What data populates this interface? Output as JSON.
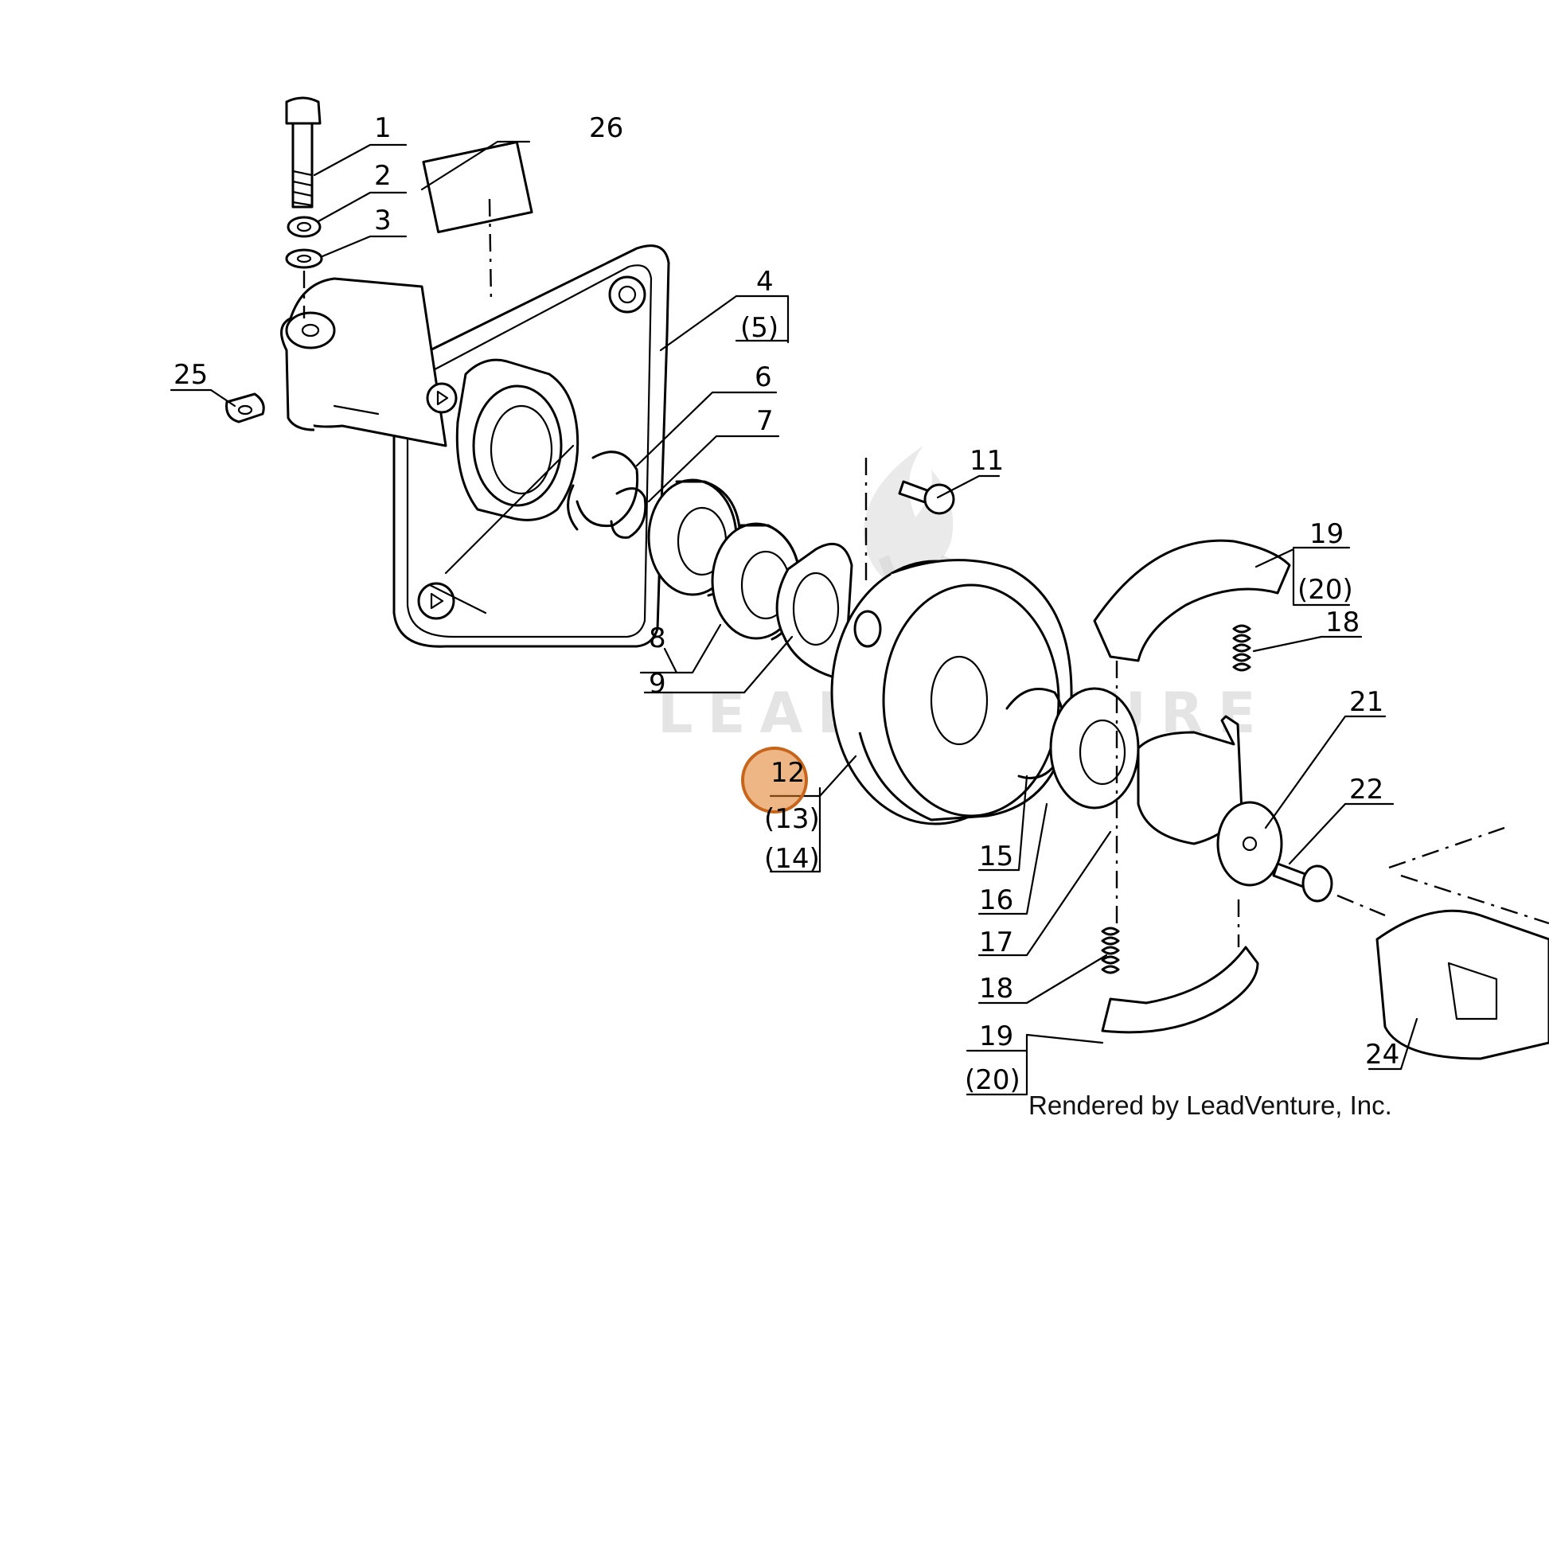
{
  "diagram": {
    "labels": [
      {
        "id": "p1",
        "text": "1"
      },
      {
        "id": "p2",
        "text": "2"
      },
      {
        "id": "p3",
        "text": "3"
      },
      {
        "id": "p4",
        "text": "4"
      },
      {
        "id": "p5",
        "text": "(5)"
      },
      {
        "id": "p6",
        "text": "6"
      },
      {
        "id": "p7",
        "text": "7"
      },
      {
        "id": "p8",
        "text": "8"
      },
      {
        "id": "p9",
        "text": "9"
      },
      {
        "id": "p11",
        "text": "11"
      },
      {
        "id": "p12",
        "text": "12"
      },
      {
        "id": "p13",
        "text": "(13)"
      },
      {
        "id": "p14",
        "text": "(14)"
      },
      {
        "id": "p15",
        "text": "15"
      },
      {
        "id": "p16",
        "text": "16"
      },
      {
        "id": "p17",
        "text": "17"
      },
      {
        "id": "p18a",
        "text": "18"
      },
      {
        "id": "p18b",
        "text": "18"
      },
      {
        "id": "p19a",
        "text": "19"
      },
      {
        "id": "p20a",
        "text": "(20)"
      },
      {
        "id": "p19b",
        "text": "19"
      },
      {
        "id": "p20b",
        "text": "(20)"
      },
      {
        "id": "p21",
        "text": "21"
      },
      {
        "id": "p22",
        "text": "22"
      },
      {
        "id": "p24",
        "text": "24"
      },
      {
        "id": "p25",
        "text": "25"
      },
      {
        "id": "p26",
        "text": "26"
      }
    ],
    "highlighted_label": "12",
    "highlight_color": "#e07a1f",
    "credit": "Rendered by LeadVenture, Inc.",
    "watermark": "LEADVENTURE"
  }
}
